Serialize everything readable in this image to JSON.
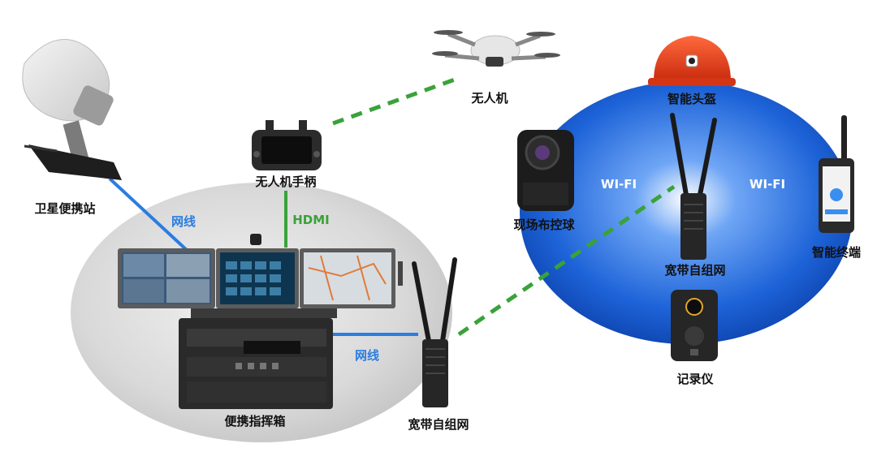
{
  "labels": {
    "satellite": "卫星便携站",
    "cable_top": "网线",
    "cable_bottom": "网线",
    "hdmi": "HDMI",
    "controller": "无人机手柄",
    "drone": "无人机",
    "command_box": "便携指挥箱",
    "mesh_left": "宽带自组网",
    "mesh_center": "宽带自组网",
    "helmet": "智能头盔",
    "ptz_ball": "现场布控球",
    "wifi_left": "WI-FI",
    "wifi_right": "WI-FI",
    "terminal": "智能终端",
    "recorder": "记录仪"
  },
  "colors": {
    "cable": "#2a7de1",
    "hdmi": "#3aa23a",
    "wireless_link": "#3aa23a",
    "network_zone": "#1d63d8",
    "local_zone": "#d8d8d8"
  }
}
